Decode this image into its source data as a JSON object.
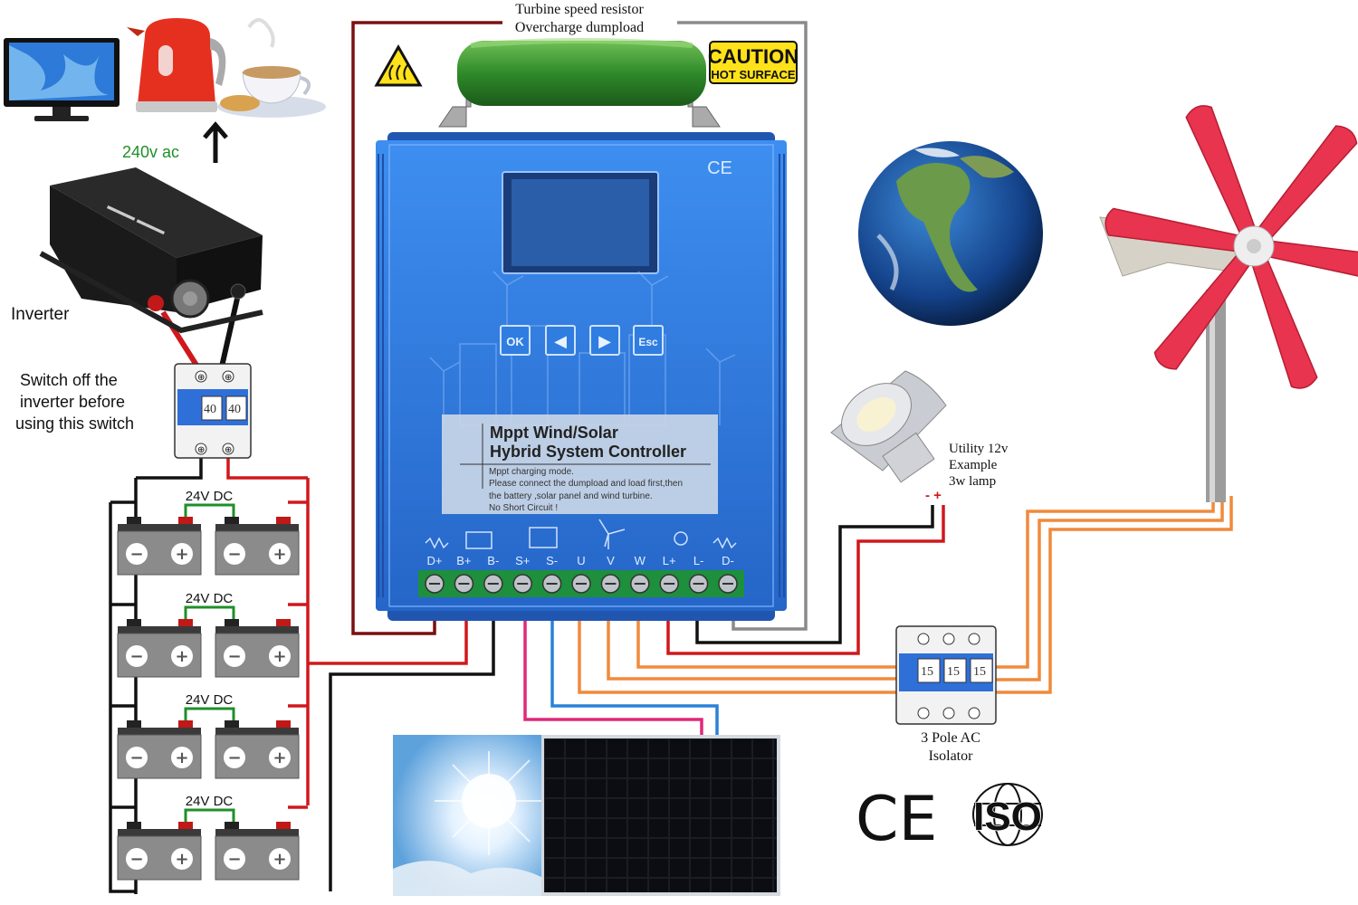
{
  "resistor": {
    "line1": "Turbine speed resistor",
    "line2": "Overcharge dumpload"
  },
  "caution": {
    "line1": "CAUTION",
    "line2": "HOT SURFACE"
  },
  "ac_output": "240v ac",
  "inverter": {
    "label": "Inverter"
  },
  "switch_note": {
    "line1": "Switch off the",
    "line2": "inverter before",
    "line3": "using this switch"
  },
  "dc_breaker": {
    "ratings": [
      "40",
      "40"
    ]
  },
  "battery_banks": [
    {
      "label": "24V DC"
    },
    {
      "label": "24V DC"
    },
    {
      "label": "24V DC"
    },
    {
      "label": "24V DC"
    }
  ],
  "battery_terminals": {
    "minus": "−",
    "plus": "+"
  },
  "controller": {
    "ce_mark": "CE",
    "buttons": [
      "OK",
      "◀",
      "▶",
      "Esc"
    ],
    "title1": "Mppt Wind/Solar",
    "title2": "Hybrid System Controller",
    "note1": "Mppt charging mode.",
    "note2": "Please connect the dumpload and load first,then",
    "note3": "the battery ,solar panel and wind turbine.",
    "note4": "No Short Circuit !",
    "terminals": [
      "D+",
      "B+",
      "B-",
      "S+",
      "S-",
      "U",
      "V",
      "W",
      "L+",
      "L-",
      "D-"
    ]
  },
  "lamp": {
    "line1": "Utility 12v",
    "line2": "Example",
    "line3": "3w lamp",
    "polarity": "- +"
  },
  "ac_isolator": {
    "ratings": [
      "15",
      "15",
      "15"
    ],
    "line1": "3 Pole AC",
    "line2": "Isolator"
  },
  "certs": {
    "ce": "CE",
    "iso": "ISO"
  },
  "colors": {
    "wire_red": "#d0181c",
    "wire_black": "#111111",
    "wire_orange": "#f08a3c",
    "wire_pink": "#e0287a",
    "wire_blue": "#2a82d8",
    "wire_green": "#1f8f2a",
    "controller_blue": "#2f7de0",
    "turbine_red": "#e8344e"
  }
}
